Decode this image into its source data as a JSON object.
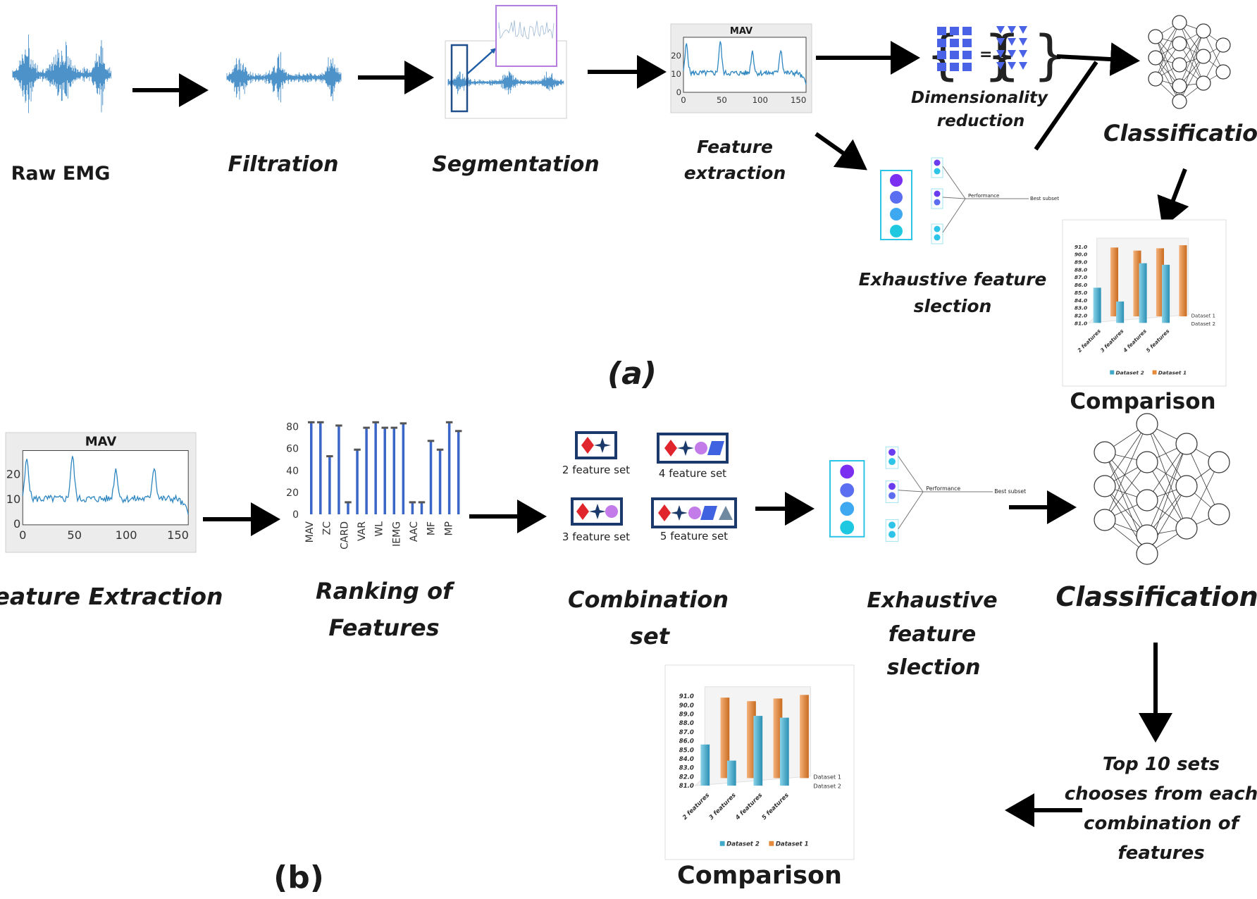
{
  "panel_a": {
    "tag": "(a)",
    "raw_emg": "Raw EMG",
    "filtration": "Filtration",
    "segmentation": "Segmentation",
    "feature_extraction_l1": "Feature",
    "feature_extraction_l2": "extraction",
    "dim_red_l1": "Dimensionality",
    "dim_red_l2": "reduction",
    "exhaustive_l1": "Exhaustive feature",
    "exhaustive_l2": "slection",
    "classification": "Classification",
    "comparison": "Comparison",
    "mav_title": "MAV",
    "mav_xticks": [
      "0",
      "50",
      "100",
      "150"
    ],
    "mav_yticks": [
      "0",
      "10",
      "20"
    ],
    "perf_label": "Performance",
    "best_label": "Best subset"
  },
  "panel_b": {
    "tag": "(b)",
    "feature_extraction": "Feature Extraction",
    "ranking_l1": "Ranking of",
    "ranking_l2": "Features",
    "combination_l1": "Combination",
    "combination_l2": "set",
    "exhaustive_l1": "Exhaustive",
    "exhaustive_l2": "feature",
    "exhaustive_l3": "slection",
    "classification": "Classification",
    "top10_l1": "Top 10 sets",
    "top10_l2": "chooses from each",
    "top10_l3": "combination of",
    "top10_l4": "features",
    "comparison": "Comparison",
    "mav_title": "MAV",
    "mav_xticks": [
      "0",
      "50",
      "100",
      "150"
    ],
    "mav_yticks": [
      "0",
      "10",
      "20"
    ],
    "set2": "2 feature set",
    "set3": "3 feature set",
    "set4": "4 feature set",
    "set5": "5 feature set",
    "perf_label": "Performance",
    "best_label": "Best subset"
  },
  "ranking_chart": {
    "type": "bar",
    "categories": [
      "MAV",
      "ZC",
      "CARD",
      "VAR",
      "WL",
      "IEMG",
      "AAC",
      "MF",
      "MP"
    ],
    "values": [
      84,
      84,
      53,
      81,
      11,
      59,
      79,
      84,
      79,
      79,
      83,
      11,
      11,
      67,
      59,
      84,
      76
    ],
    "yticks": [
      "0",
      "20",
      "40",
      "60",
      "80"
    ],
    "ylim": [
      0,
      90
    ],
    "color": "#3a66c8"
  },
  "comparison_chart": {
    "type": "bar",
    "categories": [
      "2 features",
      "3 features",
      "4 features",
      "5 features"
    ],
    "series": [
      {
        "name": "Dataset 2",
        "values": [
          85.6,
          83.8,
          88.8,
          88.6
        ],
        "color": "#3fa9c9"
      },
      {
        "name": "Dataset 1",
        "values": [
          90.0,
          89.6,
          89.9,
          90.3
        ],
        "color": "#e58a3a"
      }
    ],
    "yticks": [
      "81.0",
      "82.0",
      "83.0",
      "84.0",
      "85.0",
      "86.0",
      "87.0",
      "88.0",
      "89.0",
      "90.0",
      "91.0"
    ],
    "ylim": [
      81,
      91
    ],
    "depth_labels": [
      "Dataset 1",
      "Dataset 2"
    ],
    "legend": [
      "Dataset 2",
      "Dataset 1"
    ]
  },
  "colors": {
    "emg": "#2f7fc1",
    "arrow": "#000000",
    "purple": "#6c2bd9",
    "blue_node": "#5a6cf0",
    "cyan": "#25b8e0",
    "matrix": "#4a63e6"
  }
}
